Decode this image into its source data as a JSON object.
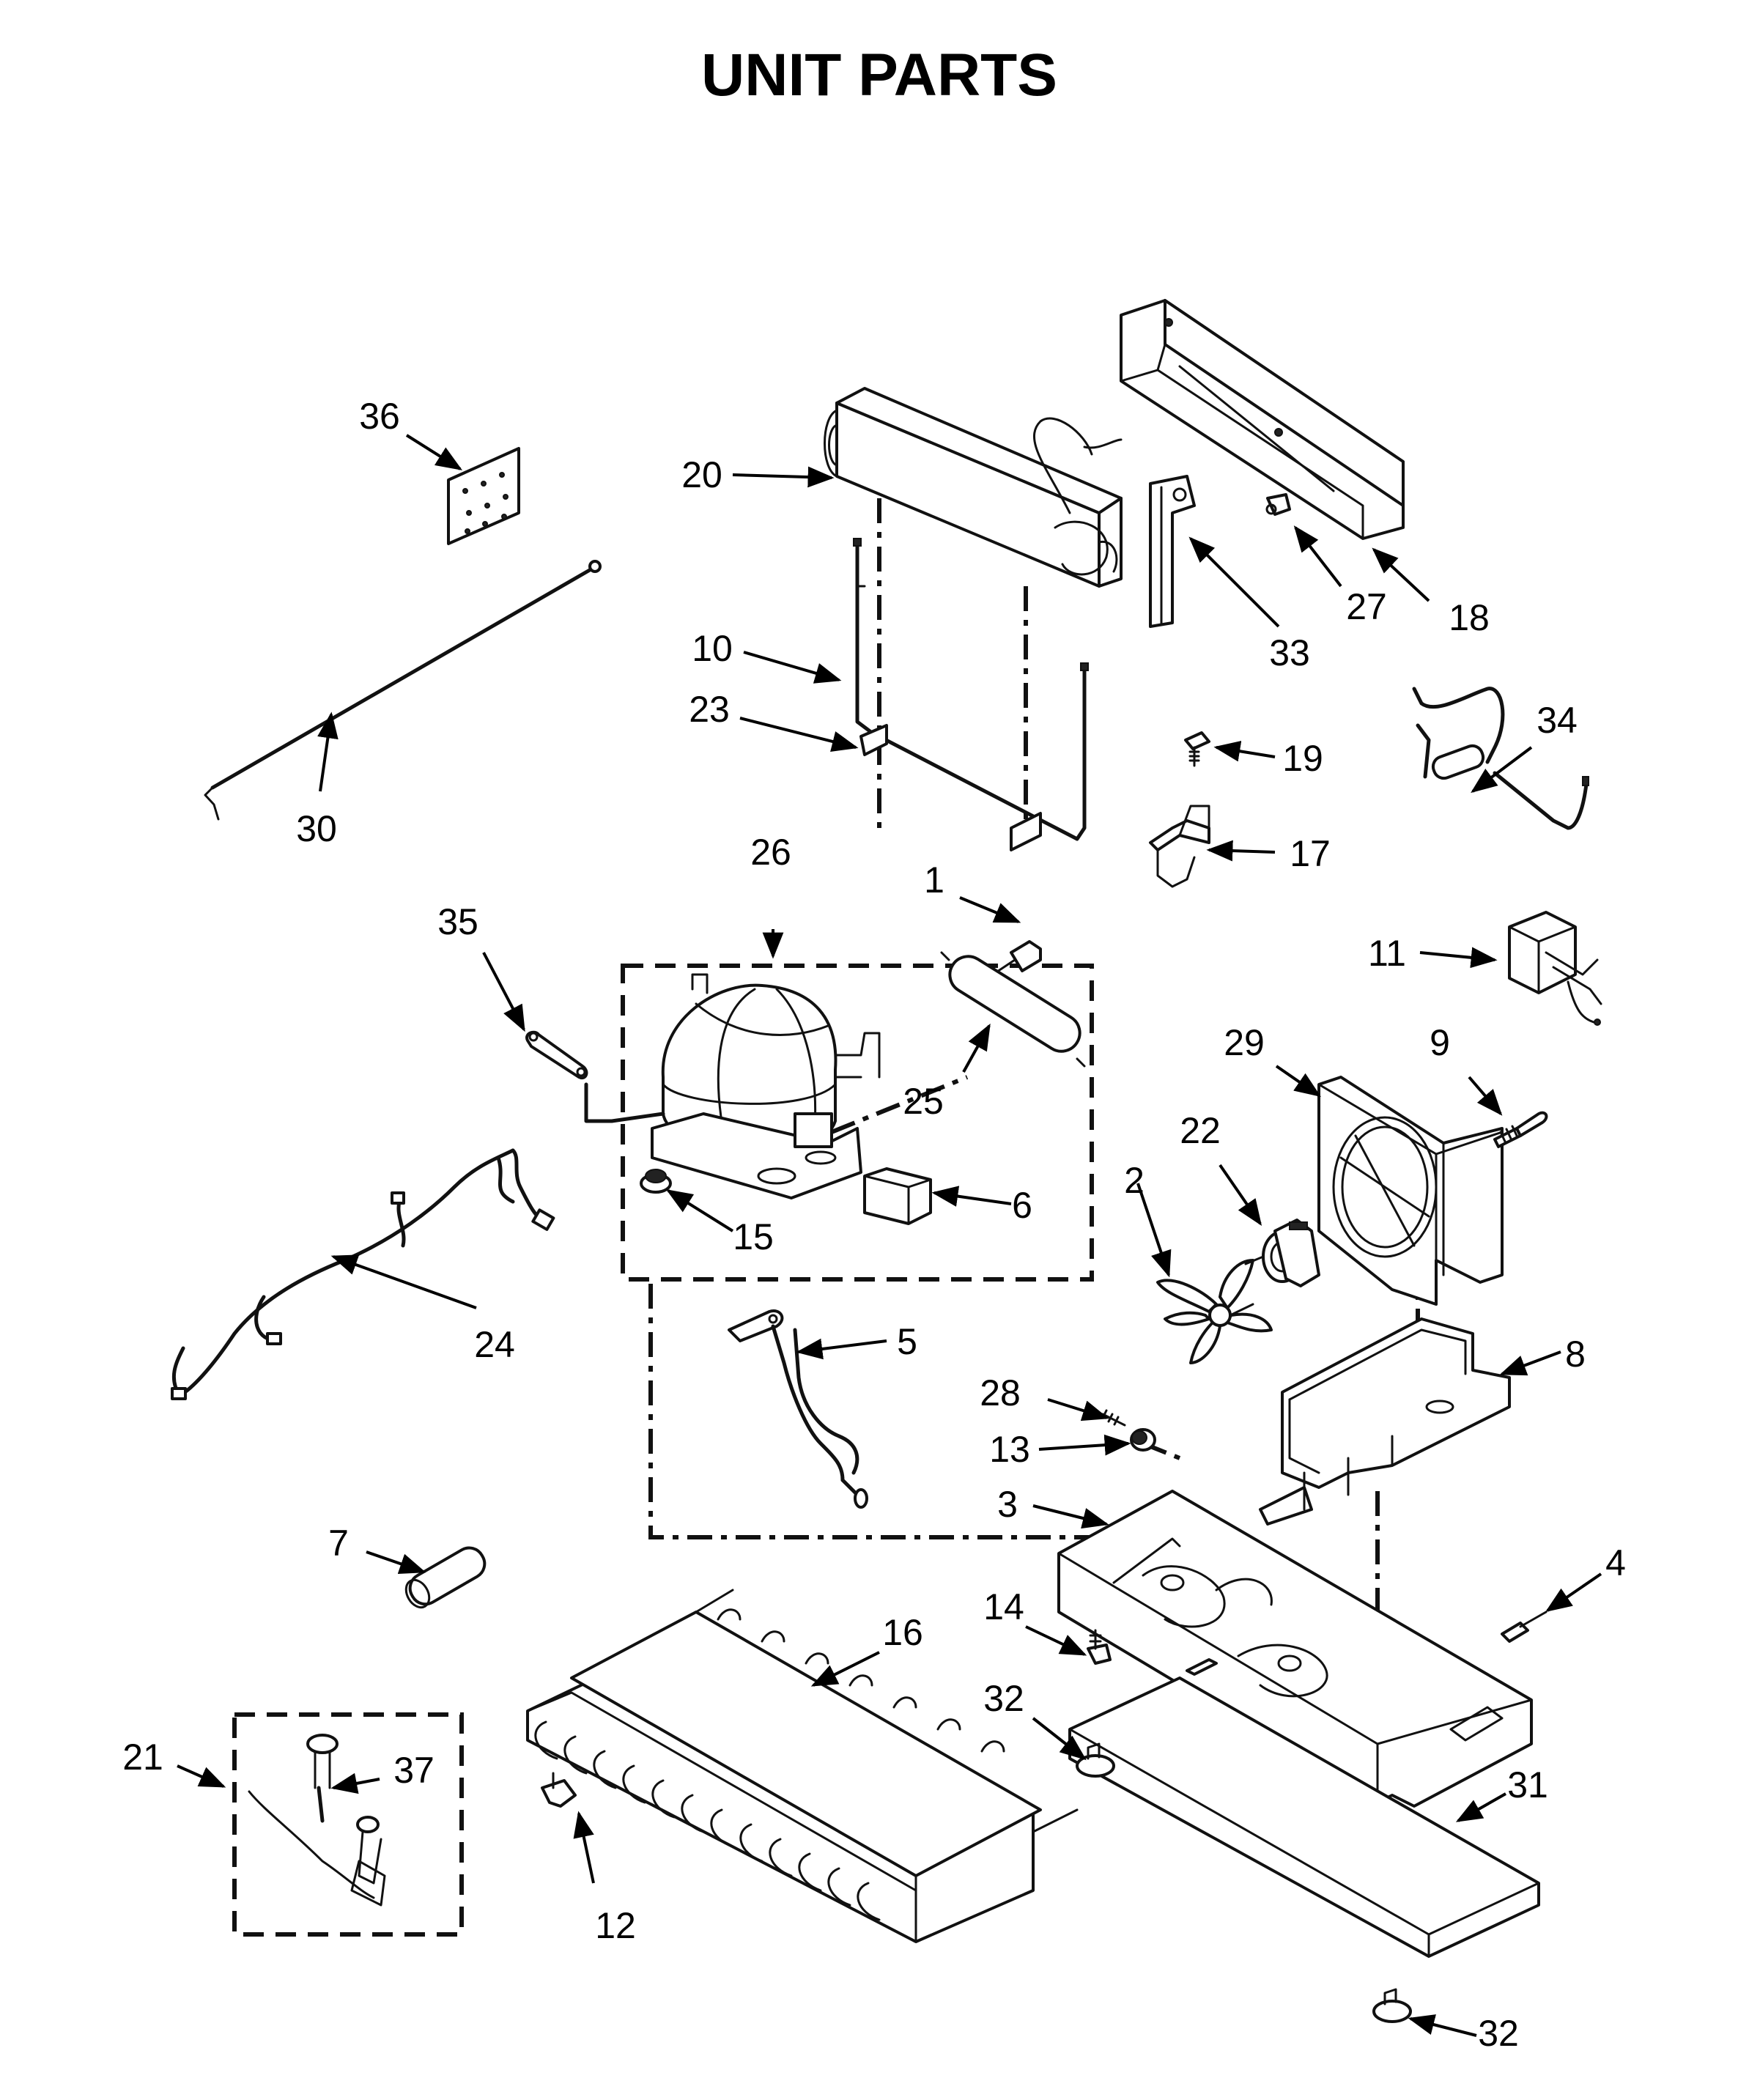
{
  "title": "UNIT PARTS",
  "callouts": {
    "c1": "1",
    "c2": "2",
    "c3": "3",
    "c4": "4",
    "c5": "5",
    "c6": "6",
    "c7": "7",
    "c8": "8",
    "c9": "9",
    "c10": "10",
    "c11": "11",
    "c12": "12",
    "c13": "13",
    "c14": "14",
    "c15": "15",
    "c16": "16",
    "c17": "17",
    "c18": "18",
    "c19": "19",
    "c20": "20",
    "c21": "21",
    "c22": "22",
    "c23": "23",
    "c24": "24",
    "c25": "25",
    "c26": "26",
    "c27": "27",
    "c28": "28",
    "c29": "29",
    "c30": "30",
    "c31": "31",
    "c32a": "32",
    "c32b": "32",
    "c33": "33",
    "c34": "34",
    "c35": "35",
    "c36": "36",
    "c37": "37"
  }
}
